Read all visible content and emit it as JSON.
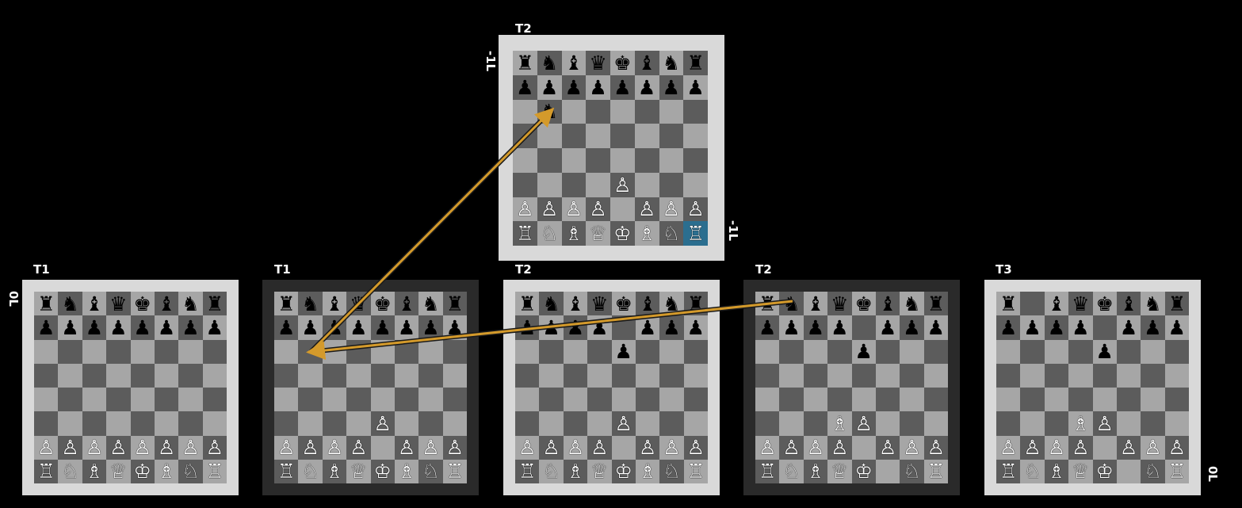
{
  "colors": {
    "arrow": "#d49a2b",
    "light_square": "#a6a6a6",
    "dark_square": "#5c5c5c",
    "highlight": "#2b6e8f"
  },
  "timeline_labels": {
    "upper_left": "-1L",
    "upper_right": "-1L",
    "main_left": "0L",
    "main_right": "0L"
  },
  "boards": [
    {
      "label": "T1",
      "frame": "light",
      "rows": [
        "rnbqkbnr",
        "pppppppp",
        "........",
        "........",
        "........",
        "........",
        "PPPPPPPP",
        "RNBQKBNR"
      ]
    },
    {
      "label": "T1",
      "frame": "dark",
      "rows": [
        "rnbqkbnr",
        "pppppppp",
        "........",
        "........",
        "........",
        "....P...",
        "PPPP.PPP",
        "RNBQKBNR"
      ]
    },
    {
      "label": "T2",
      "frame": "light",
      "rows": [
        "rnbqkbnr",
        "pppp.ppp",
        "....p...",
        "........",
        "........",
        "....P...",
        "PPPP.PPP",
        "RNBQKBNR"
      ]
    },
    {
      "label": "T2",
      "frame": "dark",
      "rows": [
        "rnbqkbnr",
        "pppp.ppp",
        "....p...",
        "........",
        "........",
        "...BP...",
        "PPPP.PPP",
        "RNBQK.NR"
      ]
    },
    {
      "label": "T3",
      "frame": "light",
      "rows": [
        "r.bqkbnr",
        "pppp.ppp",
        "....p...",
        "........",
        "........",
        "...BP...",
        "PPPP.PPP",
        "RNBQK.NR"
      ]
    },
    {
      "label": "T2",
      "frame": "light",
      "rows": [
        "rnbqkbnr",
        "pppppppp",
        ".n......",
        "........",
        "........",
        "....P...",
        "PPPP.PPP",
        "RNBQKBNR"
      ],
      "highlight_square": "h1"
    }
  ]
}
